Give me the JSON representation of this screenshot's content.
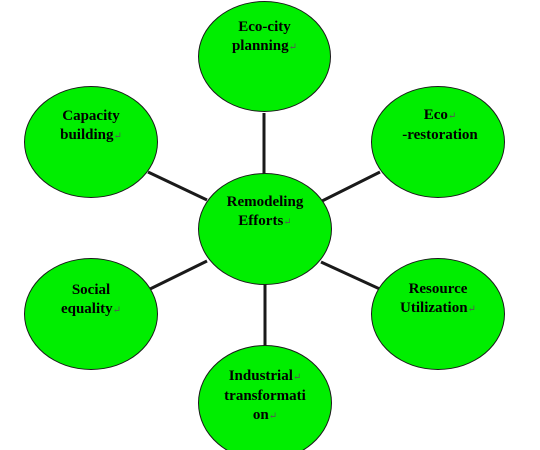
{
  "diagram": {
    "center": {
      "lines": [
        "Remodeling",
        "Efforts"
      ]
    },
    "nodes": [
      {
        "id": "eco-city-planning",
        "lines": [
          "Eco-city",
          "planning"
        ]
      },
      {
        "id": "eco-restoration",
        "lines": [
          "Eco",
          "-restoration"
        ]
      },
      {
        "id": "resource-utilization",
        "lines": [
          "Resource",
          "Utilization"
        ]
      },
      {
        "id": "industrial-transformation",
        "lines": [
          "Industrial",
          "transformati",
          "on"
        ]
      },
      {
        "id": "social-equality",
        "lines": [
          "Social",
          "equality"
        ]
      },
      {
        "id": "capacity-building",
        "lines": [
          "Capacity",
          "building"
        ]
      }
    ],
    "paragraph_mark": "↵"
  },
  "colors": {
    "node_fill": "#00ee00",
    "node_border": "#1a1a1a",
    "connector": "#1a1a1a",
    "text": "#000000"
  }
}
